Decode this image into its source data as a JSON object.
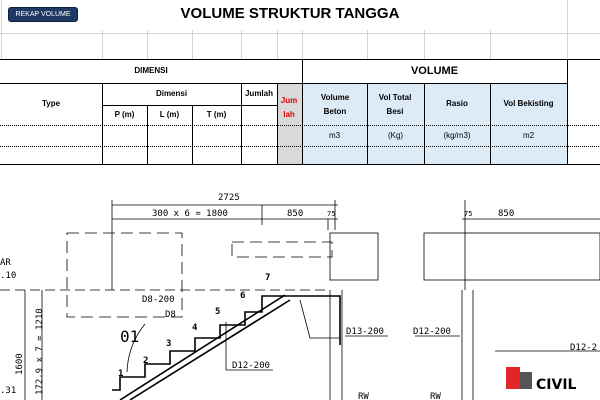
{
  "toolbar": {
    "rekap_button": "REKAP VOLUME"
  },
  "page_title": "VOLUME STRUKTUR TANGGA",
  "table": {
    "group_dimensi": "DIMENSI",
    "group_volume": "VOLUME",
    "type": "Type",
    "dimensi": "Dimensi",
    "p": "P (m)",
    "l": "L (m)",
    "t": "T (m)",
    "jumlah": "Jumlah",
    "jumlah_red": "Jum lah",
    "vol_beton": "Volume Beton",
    "vol_besi": "Vol Total Besi",
    "rasio": "Rasio",
    "vol_bekisting": "Vol Bekisting",
    "units": {
      "beton": "m3",
      "besi": "(Kg)",
      "rasio": "(kg/m3)",
      "bekisting": "m2"
    }
  },
  "drawing": {
    "dim_total": "2725",
    "dim_steps": "300 x 6 = 1800",
    "dim_landing": "850",
    "dim_75": "75",
    "dim_75_right": "75",
    "dim_850_right": "850",
    "dim_height": "172.9 x 7 = 1210",
    "dim_1600": "1600",
    "label_ar": "AR",
    "label_10": ".10",
    "label_31": ".31",
    "rebar_d8_200": "D8-200",
    "rebar_d8": "D8",
    "rebar_d12_200": "D12-200",
    "rebar_d13_200": "D13-200",
    "rebar_d12_200_right": "D12-200",
    "rebar_d12_partial": "D12-2",
    "stair_id": "01",
    "step_numbers": [
      "1",
      "2",
      "3",
      "4",
      "5",
      "6",
      "7"
    ],
    "rw": "RW",
    "rw_right": "RW",
    "logo_text": "CIVIL"
  },
  "colors": {
    "button": "#1f3864",
    "header_blue": "#ddebf7",
    "jumlah_gray": "#d9d9d9",
    "red_text": "#e00000",
    "logo_red": "#e0262b"
  }
}
